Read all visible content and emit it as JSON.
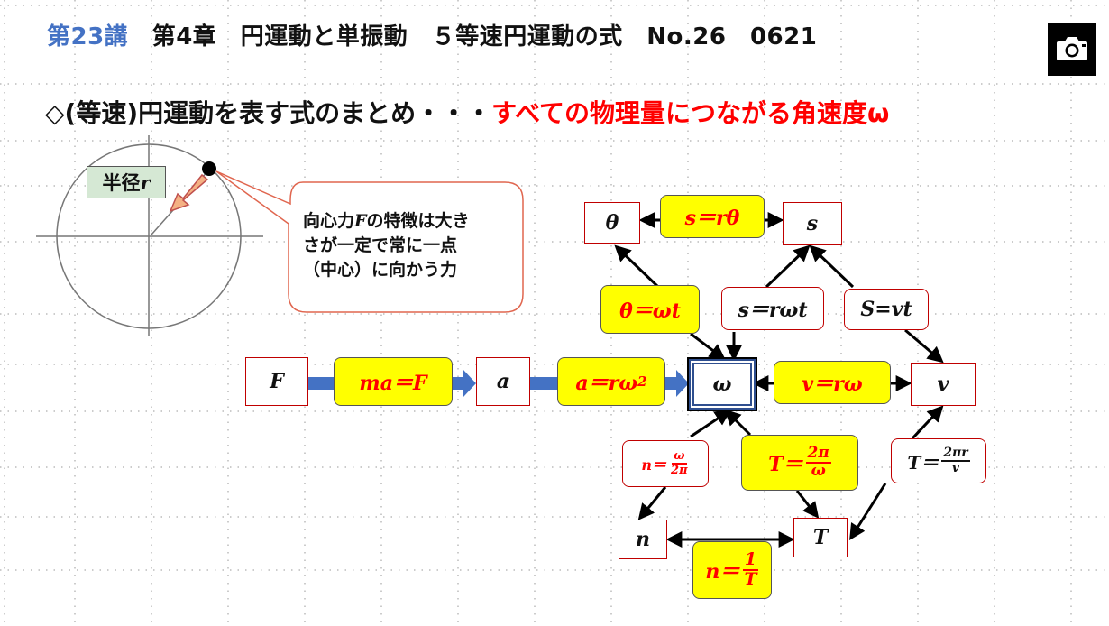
{
  "header": {
    "lecture": "第23講",
    "rest": "　第4章　円運動と単振動　５等速円運動の式　No.26　0621"
  },
  "subtitle": {
    "prefix": "◇(等速)円運動を表す式のまとめ・・・",
    "highlight": "すべての物理量につながる角速度ω"
  },
  "camera": {
    "icon": "camera-icon"
  },
  "circle_figure": {
    "radius_label": "半径",
    "radius_var": "r"
  },
  "callout": {
    "line1a": "向心力",
    "line1var": "F",
    "line1b": "の特徴は大き",
    "line2": "さが一定で常に一点",
    "line3": "（中心）に向かう力"
  },
  "nodes": {
    "theta": "θ",
    "s": "s",
    "F": "F",
    "a": "a",
    "omega": "ω",
    "v": "v",
    "n": "n",
    "T": "T"
  },
  "formulas": {
    "s_r_theta": "s＝rθ",
    "theta_omega_t": "θ＝ωt",
    "s_r_omega_t": "s＝rωt",
    "S_vt": "S=vt",
    "ma_F": "ma＝F",
    "a_r_omega2_base": "a＝rω",
    "a_r_omega2_exp": "2",
    "v_r_omega": "v＝rω",
    "n_frac_lhs": "n＝",
    "n_frac_num": "ω",
    "n_frac_den": "2π",
    "T_frac_lhs": "T＝",
    "T_frac_num": "2π",
    "T_frac_den": "ω",
    "T2_frac_lhs": "T＝",
    "T2_frac_num": "2πr",
    "T2_frac_den": "v",
    "n1_frac_lhs": "n＝",
    "n1_frac_num": "1",
    "n1_frac_den": "T"
  },
  "colors": {
    "lecture_blue": "#4472c4",
    "highlight_red": "#ff0000",
    "formula_yellow": "#ffff00",
    "box_border_red": "#c00000",
    "omega_box_blue": "#2f4f8f",
    "arrow_blue": "#4472c4",
    "radius_label_green": "#d5e8d4"
  }
}
